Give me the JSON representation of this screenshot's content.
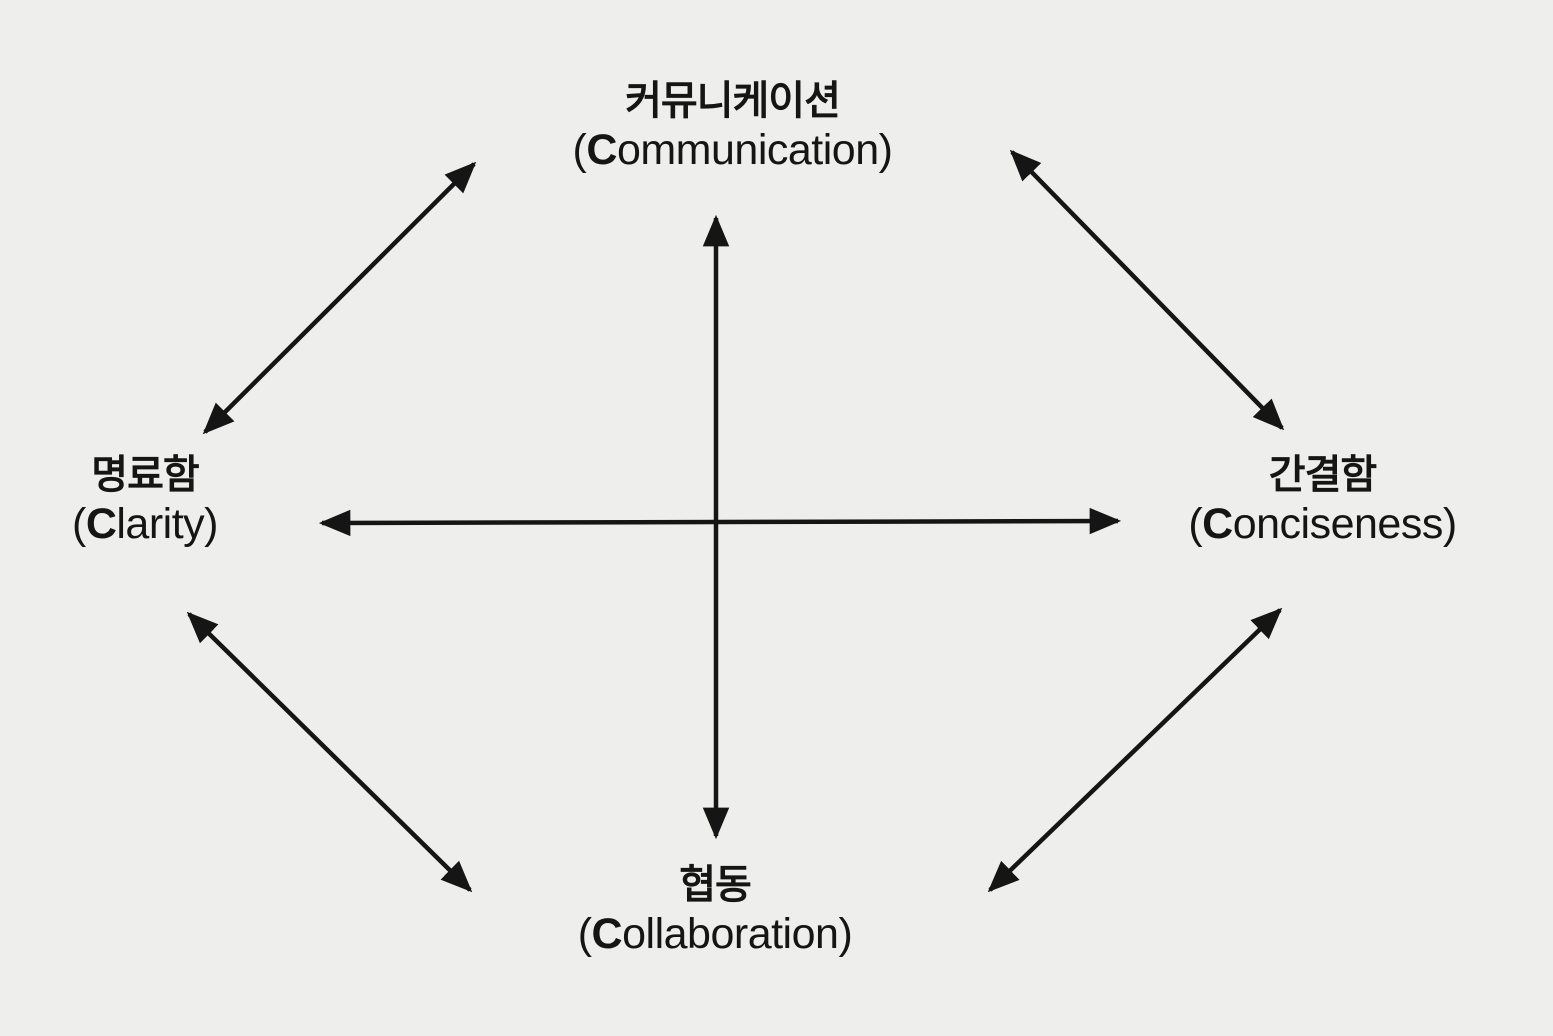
{
  "nodes": {
    "top": {
      "korean": "커뮤니케이션",
      "open": "(",
      "initial": "C",
      "rest": "ommunication",
      "close": ")"
    },
    "left": {
      "korean": "명료함",
      "open": "(",
      "initial": "C",
      "rest": "larity",
      "close": ")"
    },
    "right": {
      "korean": "간결함",
      "open": "(",
      "initial": "C",
      "rest": "onciseness",
      "close": ")"
    },
    "bottom": {
      "korean": "협동",
      "open": "(",
      "initial": "C",
      "rest": "ollaboration",
      "close": ")"
    }
  },
  "arrows": [
    {
      "from": "top",
      "to": "bottom",
      "style": "double-headed"
    },
    {
      "from": "left",
      "to": "right",
      "style": "double-headed"
    },
    {
      "from": "top",
      "to": "left",
      "style": "double-headed"
    },
    {
      "from": "top",
      "to": "right",
      "style": "double-headed"
    },
    {
      "from": "left",
      "to": "bottom",
      "style": "double-headed"
    },
    {
      "from": "right",
      "to": "bottom",
      "style": "double-headed"
    }
  ],
  "colors": {
    "background": "#eeeeec",
    "ink": "#151515"
  }
}
